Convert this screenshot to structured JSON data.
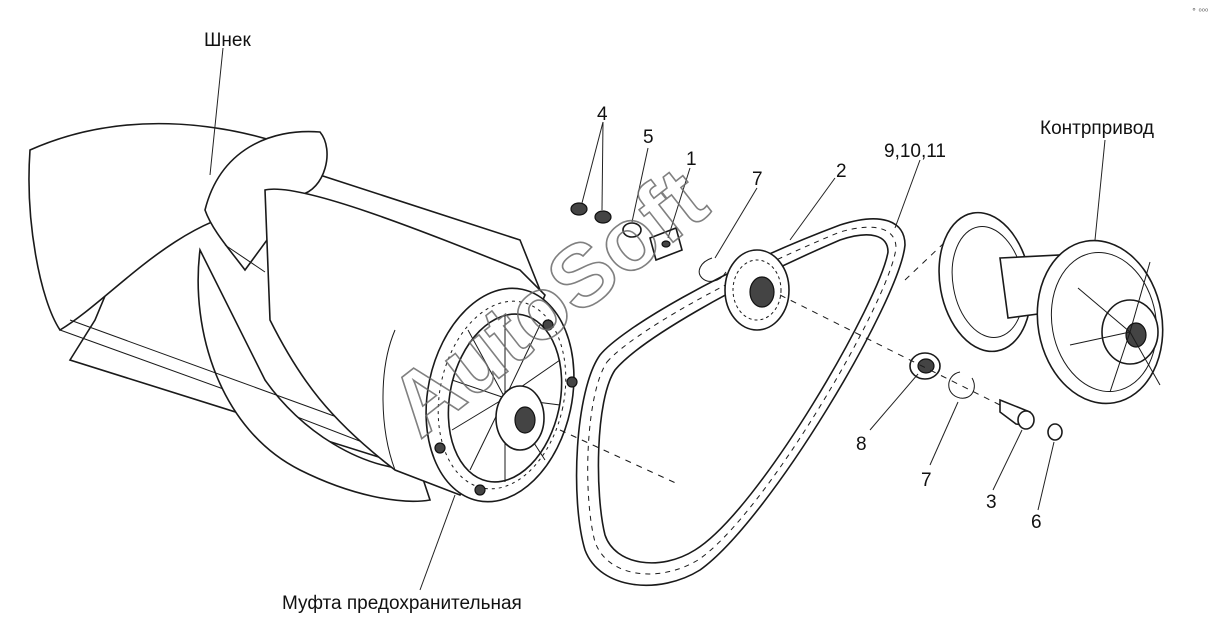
{
  "labels": {
    "auger": "Шнек",
    "counter_drive": "Контрпривод",
    "safety_clutch": "Муфта предохранительная",
    "p1": "1",
    "p2": "2",
    "p3": "3",
    "p4": "4",
    "p5": "5",
    "p6": "6",
    "p7_top": "7",
    "p7_bottom": "7",
    "p8": "8",
    "p9_10_11": "9,10,11"
  },
  "watermark": "AutoSoft",
  "colors": {
    "line": "#1a1a1a",
    "watermark": "#6a6a6a",
    "background": "#ffffff"
  }
}
